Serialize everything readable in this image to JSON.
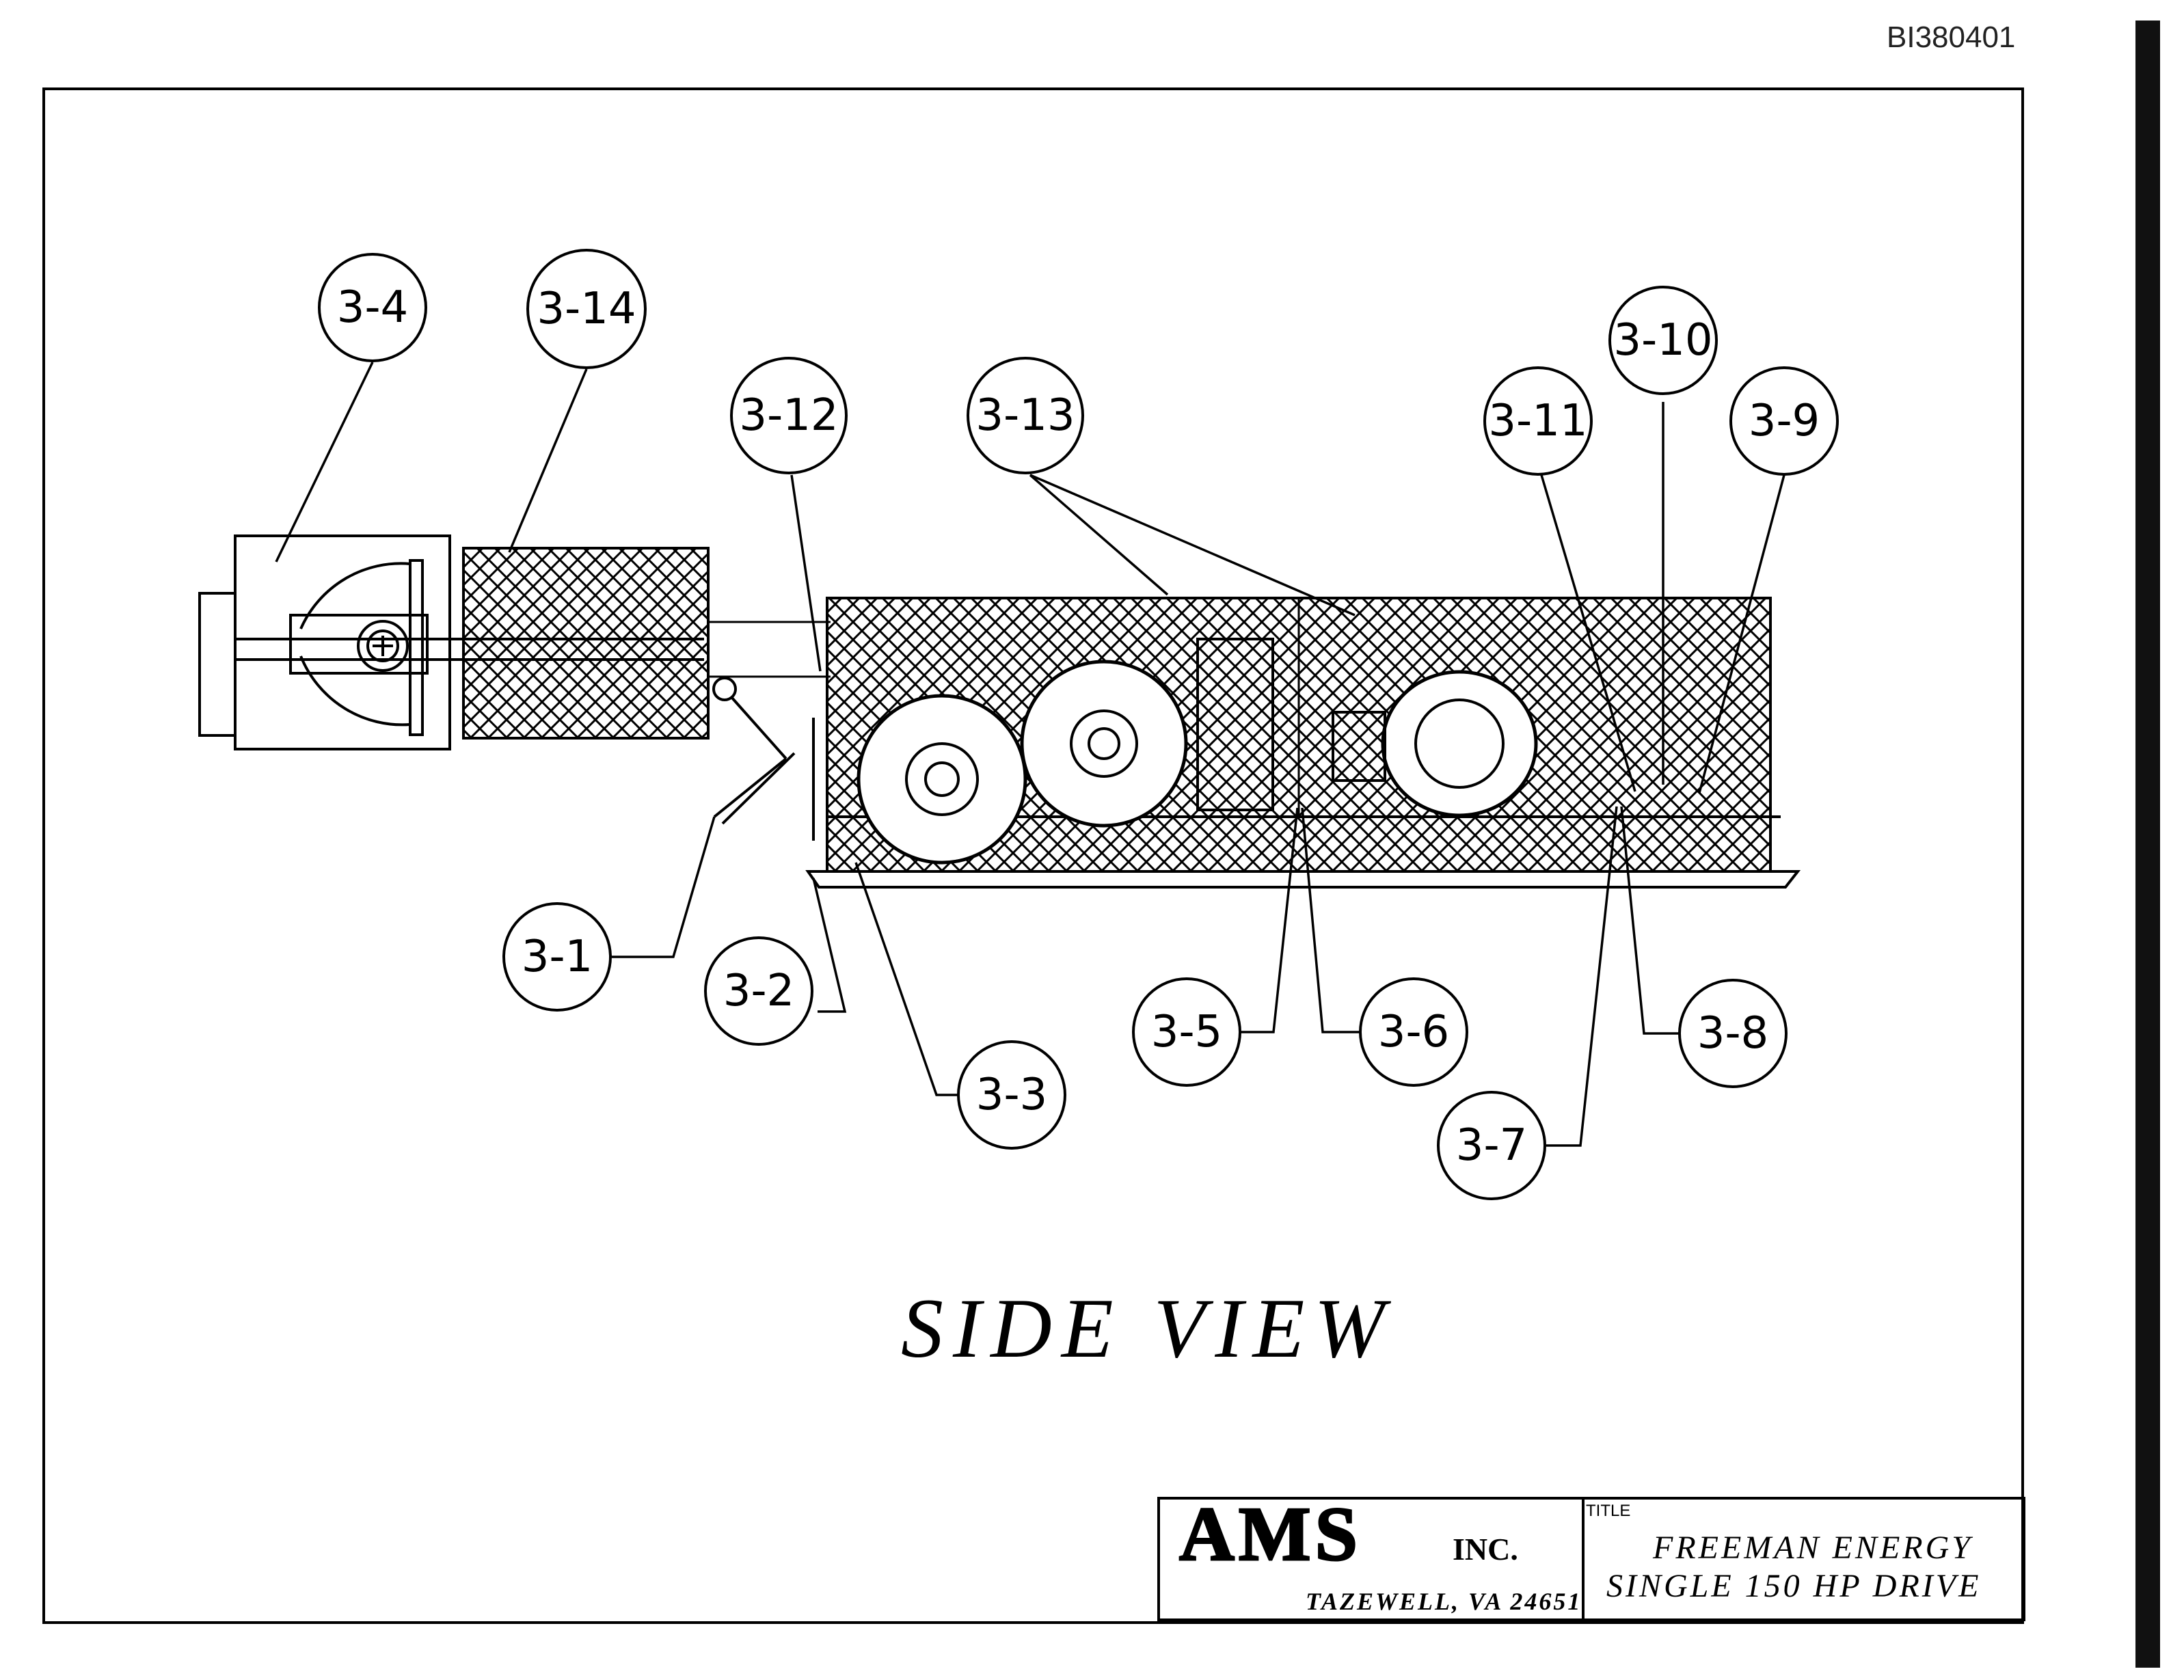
{
  "document_id": "BI380401",
  "view_title": "SIDE VIEW",
  "balloons": [
    {
      "id": "b1",
      "label": "3-1"
    },
    {
      "id": "b2",
      "label": "3-2"
    },
    {
      "id": "b3",
      "label": "3-3"
    },
    {
      "id": "b4",
      "label": "3-4"
    },
    {
      "id": "b5",
      "label": "3-5"
    },
    {
      "id": "b6",
      "label": "3-6"
    },
    {
      "id": "b7",
      "label": "3-7"
    },
    {
      "id": "b8",
      "label": "3-8"
    },
    {
      "id": "b9",
      "label": "3-9"
    },
    {
      "id": "b10",
      "label": "3-10"
    },
    {
      "id": "b11",
      "label": "3-11"
    },
    {
      "id": "b12",
      "label": "3-12"
    },
    {
      "id": "b13",
      "label": "3-13"
    },
    {
      "id": "b14",
      "label": "3-14"
    }
  ],
  "title_block": {
    "company_logo": "AMS",
    "company_suffix": "INC.",
    "address": "TAZEWELL, VA 24651",
    "title_label": "TITLE",
    "title_line1": "FREEMAN ENERGY",
    "title_line2": "SINGLE 150 HP DRIVE"
  }
}
